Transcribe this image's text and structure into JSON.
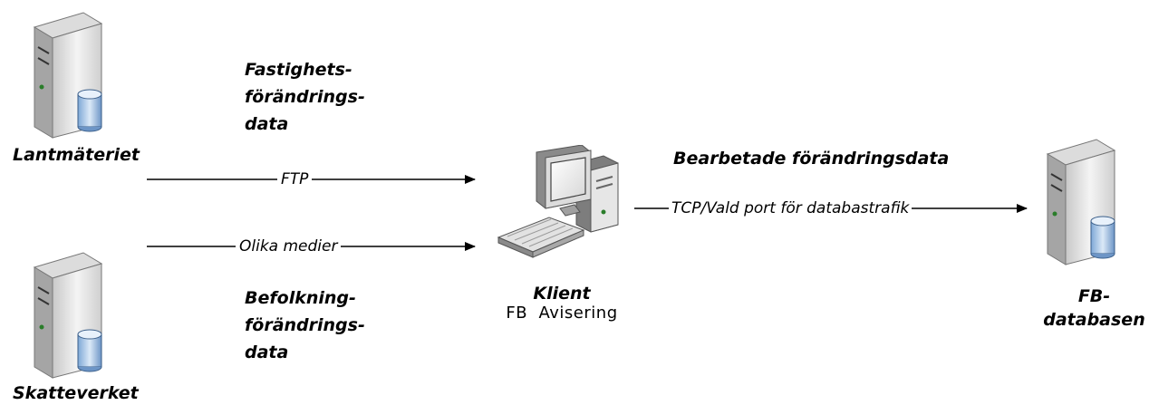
{
  "nodes": {
    "lantmateriet": {
      "label": "Lantmäteriet",
      "icon": "database-server-icon"
    },
    "skatteverket": {
      "label": "Skatteverket",
      "icon": "database-server-icon"
    },
    "client": {
      "title": "Klient",
      "subtitle": "FB  Avisering",
      "icon": "desktop-computer-icon"
    },
    "fb_database": {
      "line1": "FB-",
      "line2": "databasen",
      "icon": "database-server-icon"
    }
  },
  "data_descriptions": {
    "fastighets": [
      "Fastighets-",
      "förändrings-",
      "data"
    ],
    "befolkning": [
      "Befolkning-",
      "förändrings-",
      "data"
    ],
    "bearbetade": "Bearbetade förändringsdata"
  },
  "connections": {
    "ftp": "FTP",
    "olika_medier": "Olika medier",
    "tcp": "TCP/Vald port för databastrafik"
  }
}
